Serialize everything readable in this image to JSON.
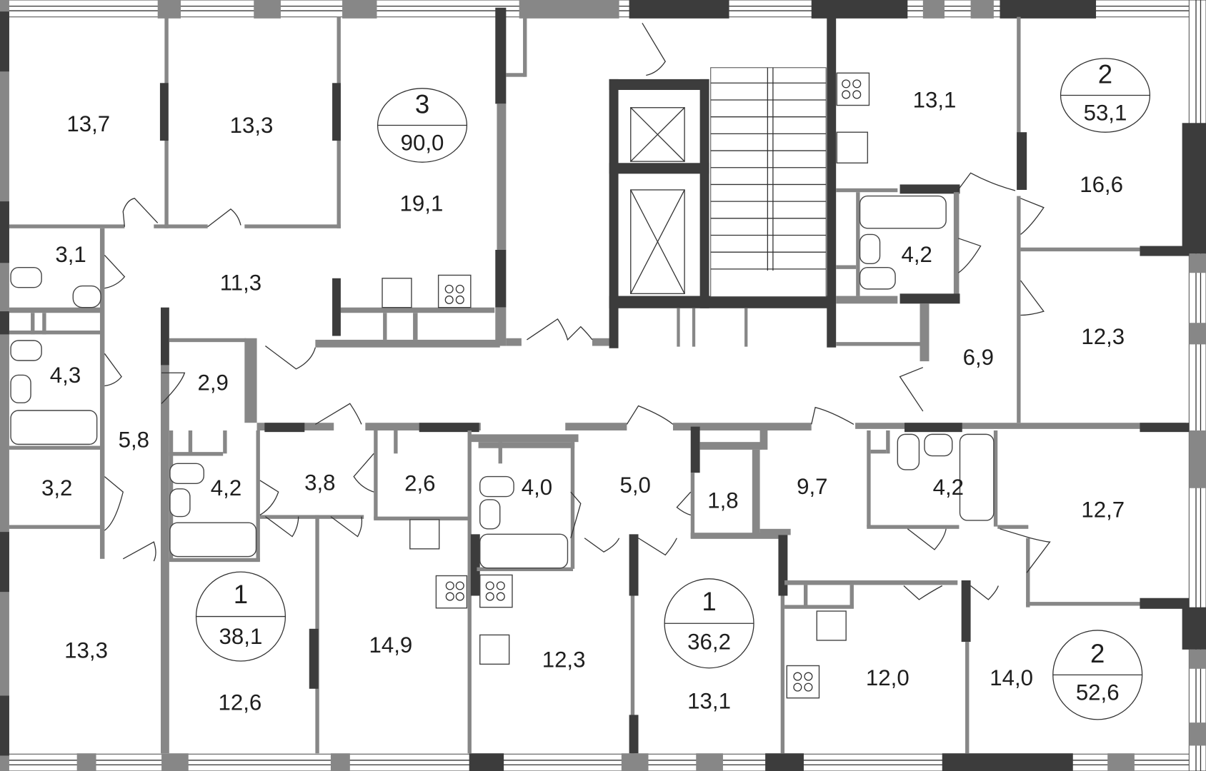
{
  "plan": {
    "colors": {
      "partition_wall": "#878787",
      "load_wall": "#3c3c3c",
      "text": "#1e1e1e"
    },
    "apartments": [
      {
        "id": "apt-3",
        "rooms": "3",
        "area": "90,0"
      },
      {
        "id": "apt-2-top",
        "rooms": "2",
        "area": "53,1"
      },
      {
        "id": "apt-1-left",
        "rooms": "1",
        "area": "38,1"
      },
      {
        "id": "apt-1-mid",
        "rooms": "1",
        "area": "36,2"
      },
      {
        "id": "apt-2-bottom",
        "rooms": "2",
        "area": "52,6"
      }
    ],
    "rooms": [
      "13,7",
      "13,3",
      "19,1",
      "3,1",
      "11,3",
      "4,3",
      "2,9",
      "5,8",
      "3,2",
      "13,3",
      "4,2",
      "3,8",
      "2,6",
      "12,6",
      "14,9",
      "4,0",
      "5,0",
      "1,8",
      "12,3",
      "13,1",
      "9,7",
      "13,1",
      "4,2",
      "6,9",
      "16,6",
      "12,3",
      "4,2",
      "12,7",
      "12,0",
      "14,0"
    ]
  }
}
